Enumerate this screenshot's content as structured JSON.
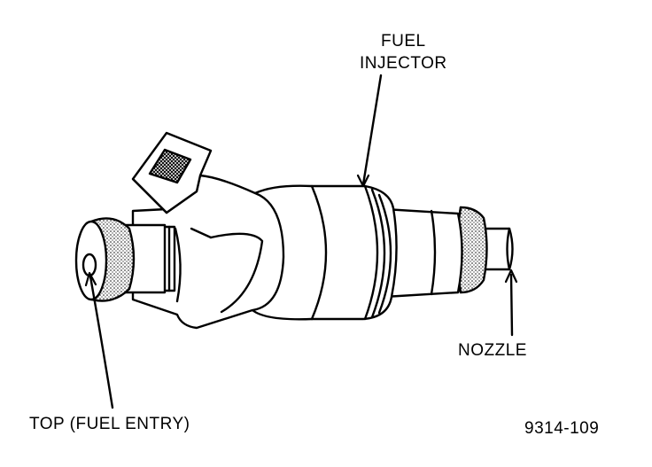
{
  "labels": {
    "fuel_injector_line1": "FUEL",
    "fuel_injector_line2": "INJECTOR",
    "nozzle": "NOZZLE",
    "top_fuel_entry": "TOP (FUEL ENTRY)",
    "figure_number": "9314-109"
  }
}
